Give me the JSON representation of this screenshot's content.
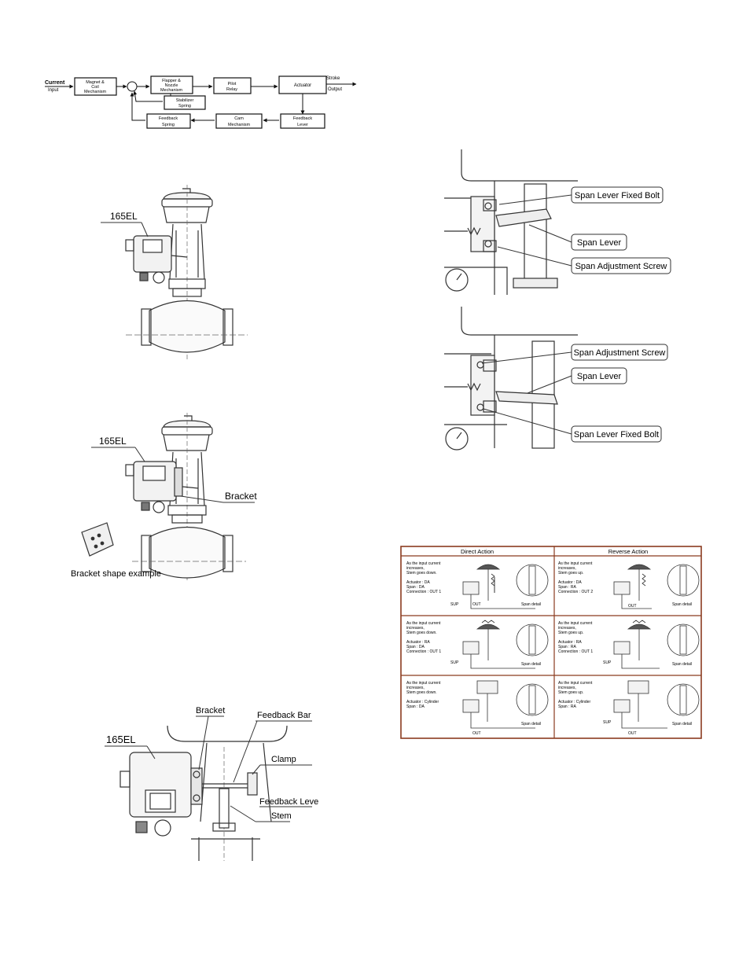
{
  "block_diagram": {
    "input_top": "Current",
    "input_bottom": "Input",
    "output_top": "Stroke",
    "output_bottom": "Output",
    "blocks": {
      "magnet": [
        "Magnet &",
        "Coil",
        "Mechanism"
      ],
      "flapper": [
        "Flapper &",
        "Nozzle",
        "Mechanism"
      ],
      "pilot": [
        "Pilot",
        "Relay"
      ],
      "actuator": [
        "Actuator"
      ],
      "stabilizer": [
        "Stabilizer",
        "Spring"
      ],
      "feedback_spring": [
        "Feedback",
        "Spring"
      ],
      "cam": [
        "Cam",
        "Mechanism"
      ],
      "feedback_lever": [
        "Feedback",
        "Lever"
      ]
    }
  },
  "valve_direct": {
    "model_label": "165EL"
  },
  "valve_bracket": {
    "model_label": "165EL",
    "bracket_label": "Bracket",
    "bracket_example": "Bracket shape example"
  },
  "span_top": {
    "fixed_bolt": "Span Lever Fixed Bolt",
    "span_lever": "Span Lever",
    "adjust_screw": "Span Adjustment Screw"
  },
  "span_bottom": {
    "adjust_screw": "Span Adjustment Screw",
    "span_lever": "Span Lever",
    "fixed_bolt": "Span Lever Fixed Bolt"
  },
  "action_table": {
    "headers": [
      "Direct Action",
      "Reverse Action"
    ],
    "cells": [
      {
        "lines": [
          "As the input current",
          "increases,",
          "Stem goes down.",
          "",
          "Actuator : DA",
          "Span : DA",
          "Connection : OUT 1"
        ]
      },
      {
        "lines": [
          "As the input current",
          "increases,",
          "Stem goes up.",
          "",
          "Actuator : DA",
          "Span : RA",
          "Connection : OUT 2"
        ]
      },
      {
        "lines": [
          "As the input current",
          "increases,",
          "Stem goes down.",
          "",
          "Actuator : RA",
          "Span : DA",
          "Connection : OUT 1"
        ]
      },
      {
        "lines": [
          "As the input current",
          "increases,",
          "Stem goes up.",
          "",
          "Actuator : RA",
          "Span : RA",
          "Connection : OUT 1"
        ]
      },
      {
        "lines": [
          "As the input current",
          "increases,",
          "Stem goes down.",
          "",
          "Actuator : Cylinder",
          "Span : DA"
        ]
      },
      {
        "lines": [
          "As the input current",
          "increases,",
          "Stem goes up.",
          "",
          "Actuator : Cylinder",
          "Span : RA"
        ]
      }
    ],
    "detail_label": "Span detail",
    "out_label": "OUT",
    "sup_label": "SUP"
  },
  "linkage": {
    "model_label": "165EL",
    "bracket": "Bracket",
    "feedback_bar": "Feedback Bar",
    "clamp": "Clamp",
    "feedback_lever": "Feedback Lever",
    "stem": "Stem"
  }
}
